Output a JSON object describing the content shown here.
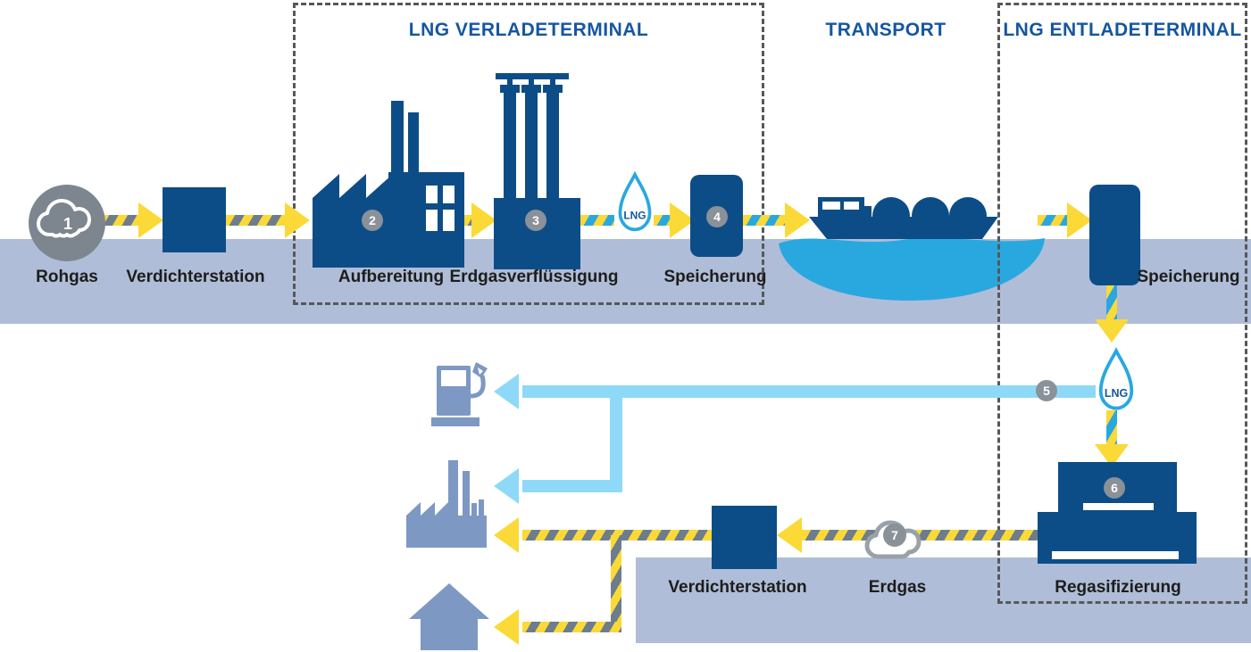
{
  "sections": {
    "verlade": {
      "title": "LNG VERLADETERMINAL"
    },
    "transport": {
      "title": "TRANSPORT"
    },
    "entlade": {
      "title": "LNG ENTLADETERMINAL"
    }
  },
  "steps": {
    "s1": "1",
    "s2": "2",
    "s3": "3",
    "s4": "4",
    "s5": "5",
    "s6": "6",
    "s7": "7"
  },
  "nodes": {
    "rohgas": "Rohgas",
    "verdichterTop": "Verdichterstation",
    "aufbereitung": "Aufbereitung",
    "verfluessigung": "Erdgasverflüssigung",
    "speicherungVerlade": "Speicherung",
    "speicherungEntlade": "Speicherung",
    "regasifizierung": "Regasifizierung",
    "erdgas": "Erdgas",
    "verdichterBottom": "Verdichterstation",
    "lng": "LNG"
  },
  "colors": {
    "navy": "#0d4d87",
    "band": "#afbdd8",
    "skyBlue": "#29a8e0",
    "paleBlue": "#8ed9f8",
    "mutedBlue": "#7e98c4",
    "yellow": "#fbd937",
    "pipeGray": "#6e7d8b",
    "circleGray": "#8a9199",
    "cloudGray": "#7d868f",
    "titleBlue": "#15569f",
    "labelDark": "#1d1d1b",
    "dashGray": "#57585a"
  }
}
